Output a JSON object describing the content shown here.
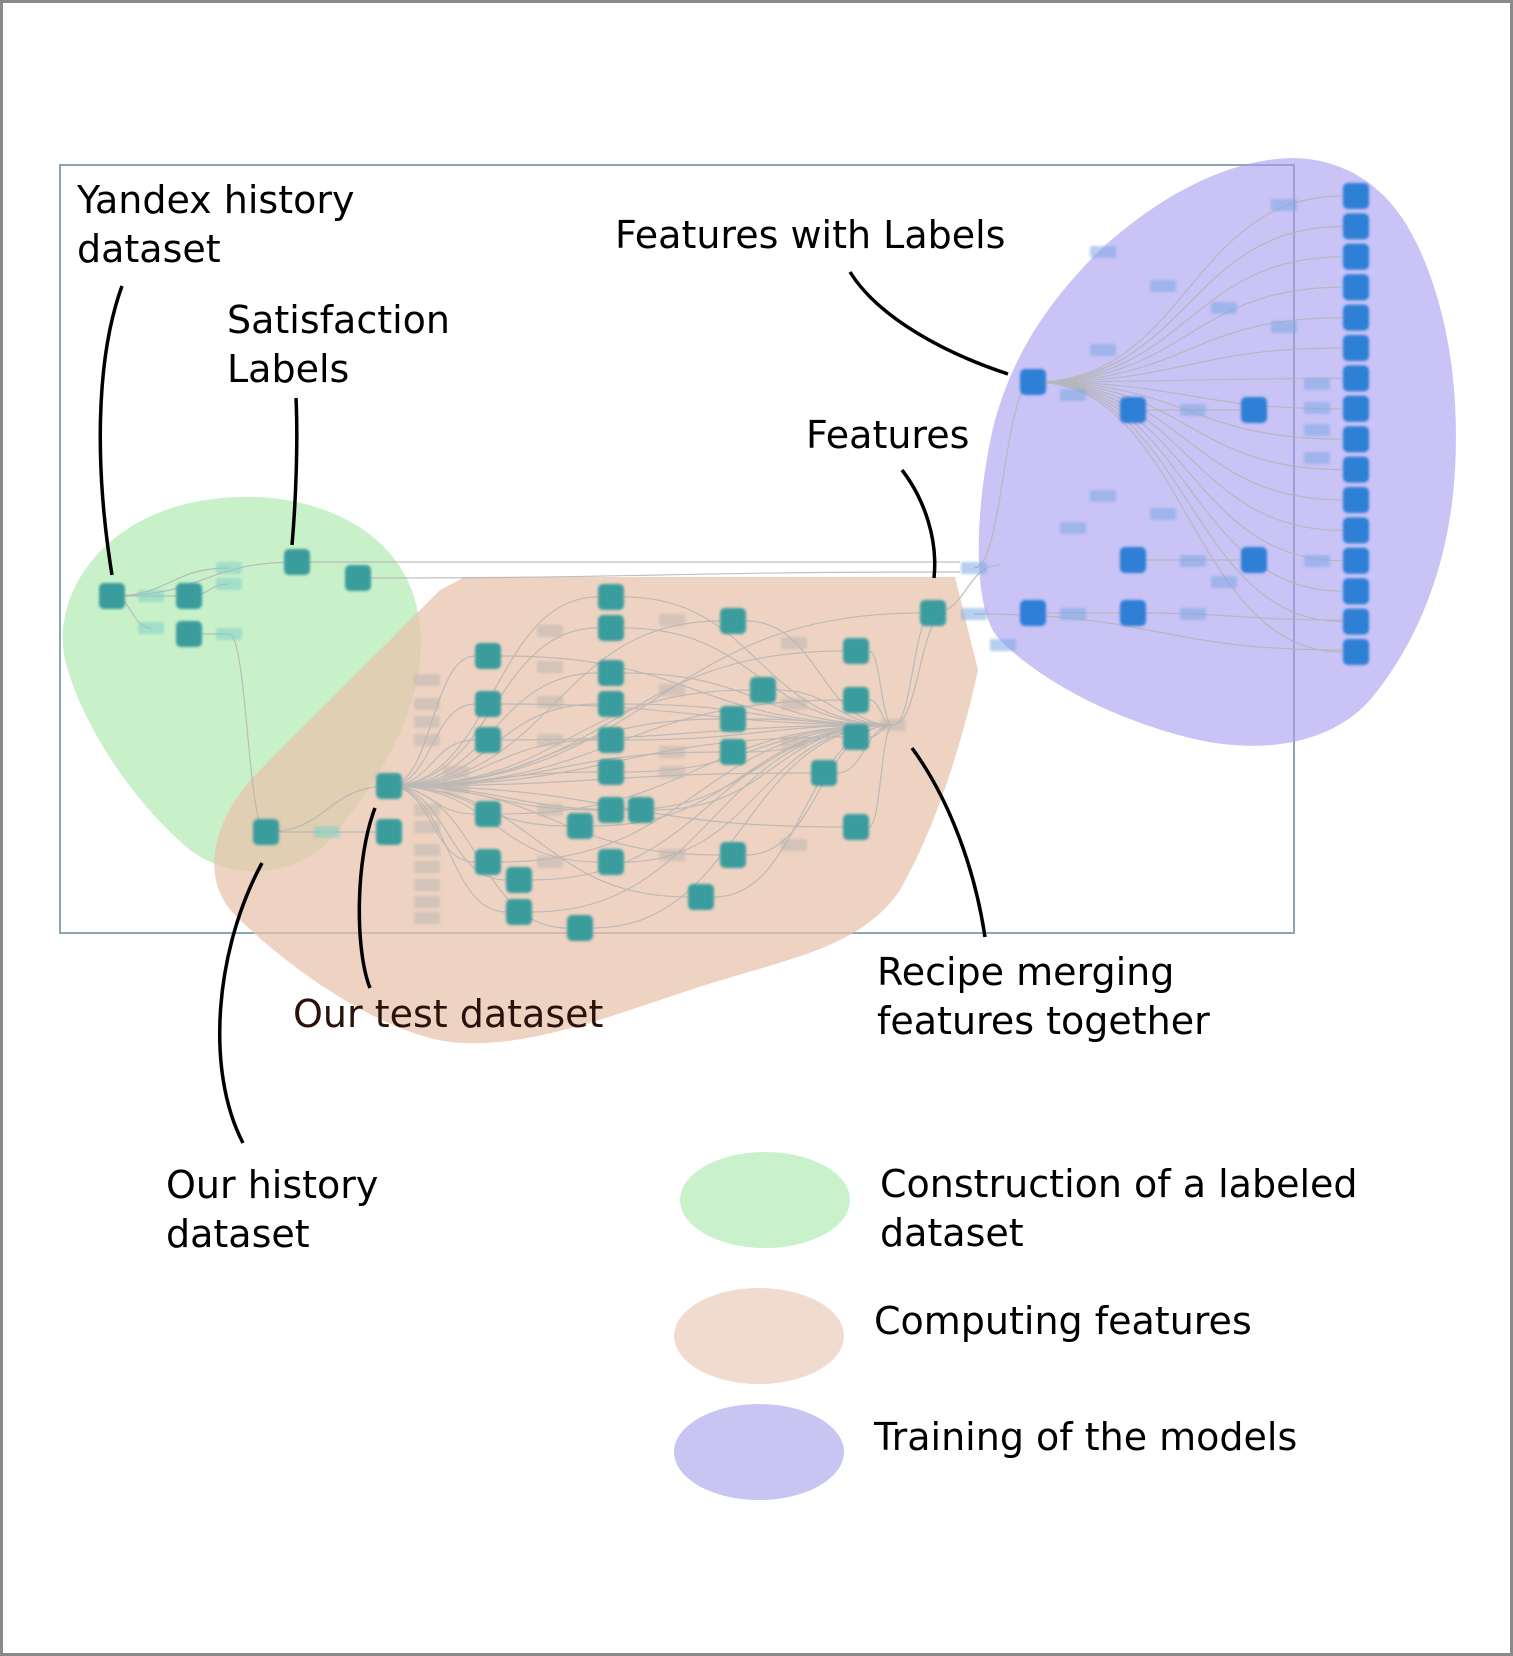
{
  "annotations": {
    "yandex_history": [
      "Yandex history",
      "dataset"
    ],
    "satisfaction_labels": [
      "Satisfaction",
      "Labels"
    ],
    "features_with_labels": "Features with Labels",
    "features": "Features",
    "our_history": [
      "Our history",
      "dataset"
    ],
    "our_test": "Our test dataset",
    "recipe_merging": [
      "Recipe merging",
      "features together"
    ]
  },
  "legend": [
    {
      "lines": [
        "Construction of a labeled",
        "dataset"
      ],
      "color": "#c9f2cc"
    },
    {
      "lines": [
        "Computing features"
      ],
      "color": "#f1dbcf"
    },
    {
      "lines": [
        "Training of the models"
      ],
      "color": "#c9c5f2"
    }
  ],
  "colors": {
    "construction_region": "#a8e8a8",
    "features_region": "#e9c2aa",
    "training_region": "#a89ef0",
    "node_teal": "#3a9c9e",
    "node_blue": "#2f7fd6",
    "node_edge": "#b9b9b9"
  }
}
